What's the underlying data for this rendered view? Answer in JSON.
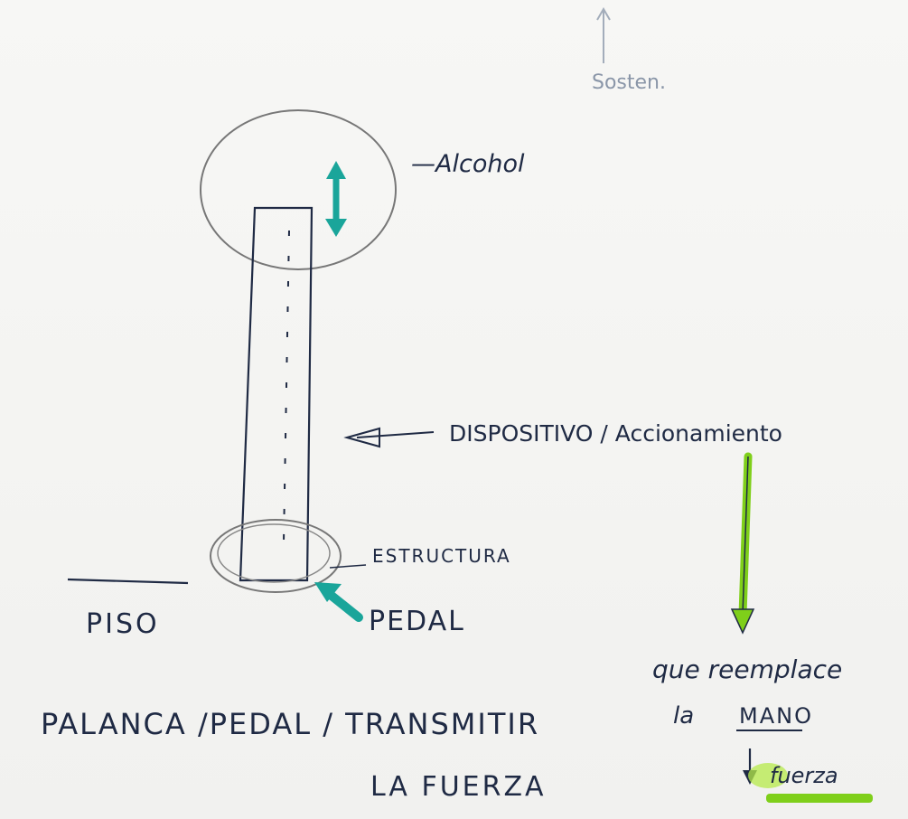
{
  "labels": {
    "sosten": "Sosten.",
    "alcohol": "—Alcohol",
    "dispositivo": "DISPOSITIVO / Accionamiento",
    "estructura": "ESTRUCTURA",
    "pedal": "PEDAL",
    "piso": "PISO",
    "palanca": "PALANCA /PEDAL / TRANSMITIR",
    "la_fuerza": "LA FUERZA",
    "reemplace_1": "que reemplace",
    "reemplace_2": "la",
    "mano": "MANO",
    "fuerza_small": "fuerza"
  },
  "colors": {
    "ink": "#1f2a44",
    "pencil": "#777777",
    "teal": "#1aa59a",
    "green": "#7fcf1a",
    "faint": "#8a96a8"
  }
}
